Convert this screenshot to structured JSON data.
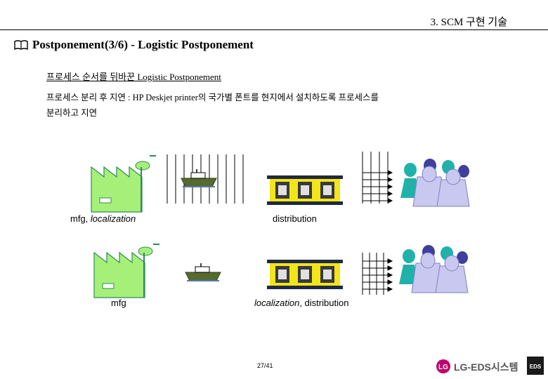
{
  "header": {
    "section": "3. SCM 구현 기술"
  },
  "title": {
    "icon": "book-icon",
    "text": "Postponement(3/6) - Logistic Postponement"
  },
  "subtitle": "프로세스 순서를 뒤바꾼 Logistic Postponement",
  "description": {
    "line1": "프로세스 분리 후 지연 : HP Deskjet printer의 국가별 폰트를 현지에서 설치하도록 프로세스를",
    "line2": "분리하고 지연"
  },
  "row1": {
    "left_caption_a": "mfg, ",
    "left_caption_b": "localization",
    "right_caption": "distribution"
  },
  "row2": {
    "left_caption": "mfg",
    "right_caption_a": "localization",
    "right_caption_b": ", distribution"
  },
  "footer": {
    "page": "27/41",
    "logo_text": "LG-EDS시스템",
    "logo_badge": "EDS"
  },
  "colors": {
    "factory": "#a6f07a",
    "factory_outline": "#2e8b57",
    "ship": "#556b2f",
    "warehouse": "#f2e51a",
    "people": "#c8c8f0",
    "people_alt": "#20b2aa"
  }
}
